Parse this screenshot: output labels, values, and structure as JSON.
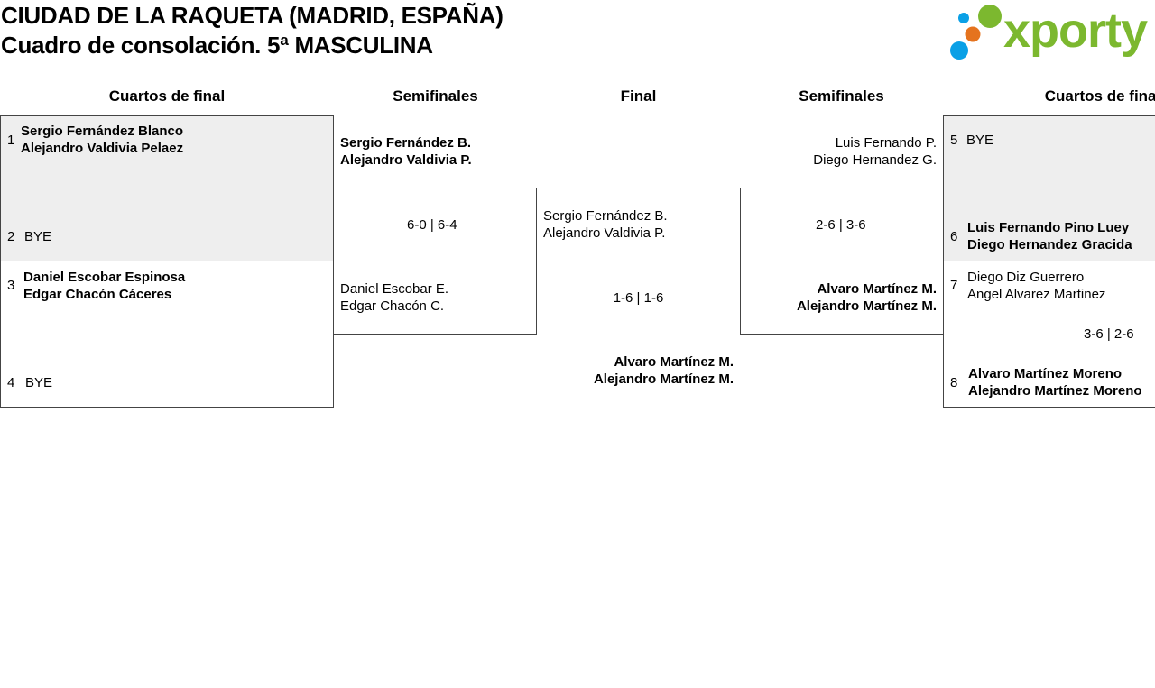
{
  "header": {
    "title_line1": "CIUDAD DE LA RAQUETA (MADRID, ESPAÑA)",
    "title_line2": "Cuadro de consolación. 5ª MASCULINA"
  },
  "logo": {
    "text": "xporty",
    "color": "#7cb82f",
    "dot_colors": [
      "#0aa0e6",
      "#7cb82f",
      "#e5731e",
      "#0aa0e6"
    ]
  },
  "rounds": {
    "left_qf": "Cuartos de final",
    "left_sf": "Semifinales",
    "final": "Final",
    "right_sf": "Semifinales",
    "right_qf": "Cuartos de final"
  },
  "left_qf": [
    {
      "seed": "1",
      "p1": "Sergio Fernández Blanco",
      "p2": "Alejandro Valdivia Pelaez"
    },
    {
      "seed": "2",
      "p1": "BYE"
    },
    {
      "seed": "3",
      "p1": "Daniel Escobar Espinosa",
      "p2": "Edgar Chacón Cáceres"
    },
    {
      "seed": "4",
      "p1": "BYE"
    }
  ],
  "right_qf": [
    {
      "seed": "5",
      "p1": "BYE"
    },
    {
      "seed": "6",
      "p1": "Luis Fernando Pino Luey",
      "p2": "Diego Hernandez Gracida"
    },
    {
      "seed": "7",
      "p1": "Diego Diz Guerrero",
      "p2": "Angel Alvarez Martinez"
    },
    {
      "seed": "8",
      "p1": "Alvaro Martínez Moreno",
      "p2": "Alejandro Martínez Moreno"
    }
  ],
  "right_qf_score": "3-6 | 2-6",
  "left_sf": {
    "top": {
      "p1": "Sergio Fernández B.",
      "p2": "Alejandro Valdivia P."
    },
    "score": "6-0 | 6-4",
    "bottom": {
      "p1": "Daniel Escobar E.",
      "p2": "Edgar Chacón C."
    }
  },
  "right_sf": {
    "top": {
      "p1": "Luis Fernando P.",
      "p2": "Diego Hernandez G."
    },
    "score": "2-6 | 3-6",
    "bottom": {
      "p1": "Alvaro Martínez M.",
      "p2": "Alejandro Martínez M."
    }
  },
  "final": {
    "top": {
      "p1": "Sergio Fernández B.",
      "p2": "Alejandro Valdivia P."
    },
    "score": "1-6 | 1-6",
    "bottom": {
      "p1": "Alvaro Martínez M.",
      "p2": "Alejandro Martínez M."
    }
  }
}
